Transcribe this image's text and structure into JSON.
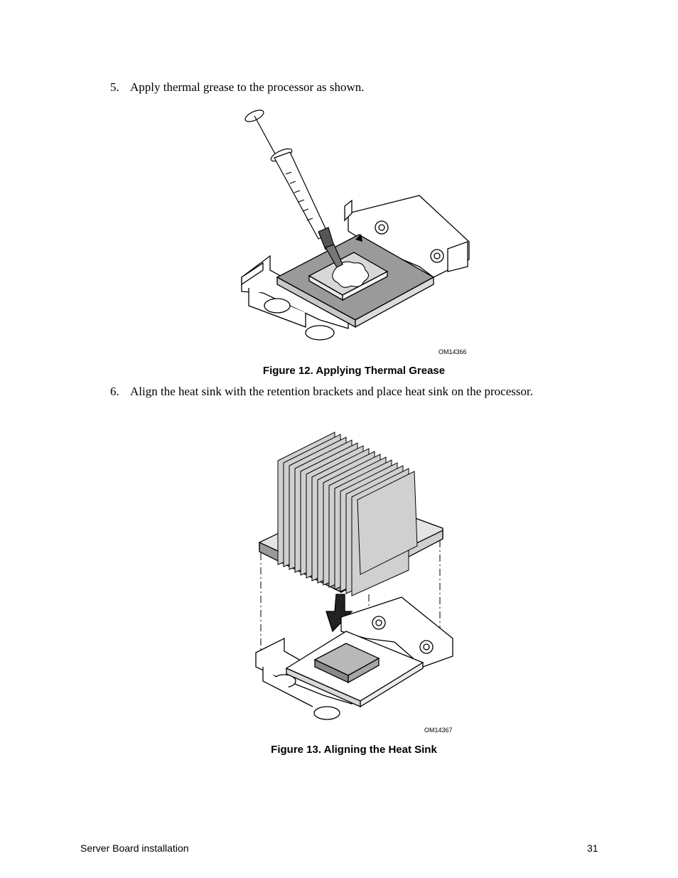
{
  "steps": [
    {
      "number": "5.",
      "text": "Apply thermal grease to the processor as shown."
    },
    {
      "number": "6.",
      "text": "Align the heat sink with the retention brackets and place heat sink on the processor."
    }
  ],
  "figures": [
    {
      "id": "OM14366",
      "caption": "Figure 12.  Applying Thermal Grease"
    },
    {
      "id": "OM14367",
      "caption": "Figure 13.  Aligning the Heat Sink"
    }
  ],
  "footer": {
    "section": "Server Board installation",
    "page": "31"
  }
}
